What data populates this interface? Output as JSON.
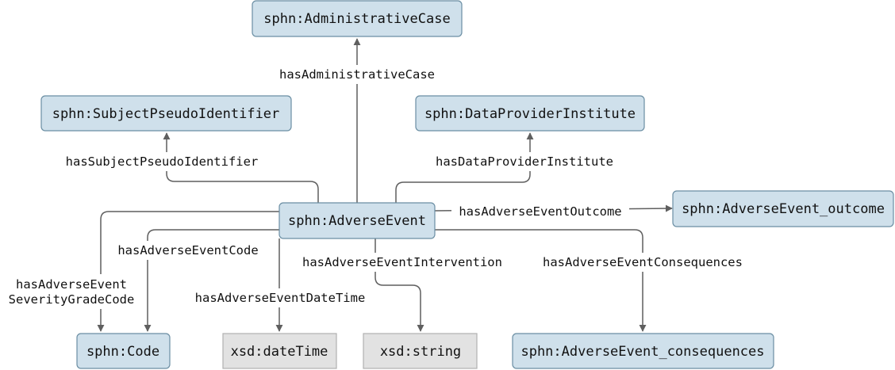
{
  "colors": {
    "class_fill": "#cfe0eb",
    "class_stroke": "#6b8ea3",
    "literal_fill": "#e2e2e2",
    "literal_stroke": "#b0b0b0",
    "edge": "#5f5f5f"
  },
  "nodes": {
    "administrative_case": "sphn:AdministrativeCase",
    "subject_pseudo_identifier": "sphn:SubjectPseudoIdentifier",
    "data_provider_institute": "sphn:DataProviderInstitute",
    "adverse_event": "sphn:AdverseEvent",
    "adverse_event_outcome": "sphn:AdverseEvent_outcome",
    "code": "sphn:Code",
    "datetime": "xsd:dateTime",
    "string": "xsd:string",
    "adverse_event_consequences": "sphn:AdverseEvent_consequences"
  },
  "edges": {
    "has_administrative_case": "hasAdministrativeCase",
    "has_subject_pseudo_identifier": "hasSubjectPseudoIdentifier",
    "has_data_provider_institute": "hasDataProviderInstitute",
    "has_adverse_event_outcome": "hasAdverseEventOutcome",
    "has_adverse_event_code": "hasAdverseEventCode",
    "has_adverse_event_severity_line1": "hasAdverseEvent",
    "has_adverse_event_severity_line2": "SeverityGradeCode",
    "has_adverse_event_intervention": "hasAdverseEventIntervention",
    "has_adverse_event_date_time": "hasAdverseEventDateTime",
    "has_adverse_event_consequences": "hasAdverseEventConsequences"
  }
}
